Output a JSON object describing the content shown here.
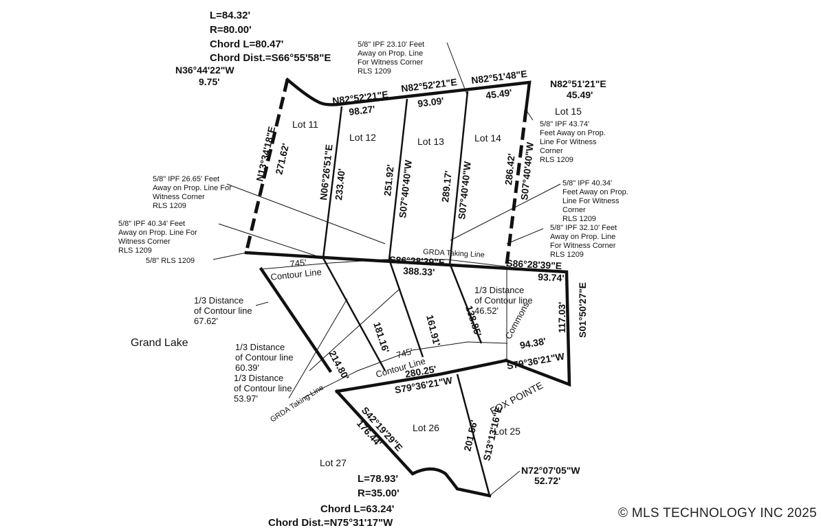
{
  "curve_top": {
    "L": "L=84.32'",
    "R": "R=80.00'",
    "chord_l": "Chord L=80.47'",
    "chord_dist": "Chord Dist.=S66°55'58\"E"
  },
  "curve_bottom": {
    "L": "L=78.93'",
    "R": "R=35.00'",
    "chord_l": "Chord L=63.24'",
    "chord_dist": "Chord Dist.=N75°31'17\"W"
  },
  "top_line": {
    "nw_bearing": "N36°44'22\"W",
    "nw_dist": "9.75'",
    "seg1_bearing": "N82°52'21\"E",
    "seg1_dist": "98.27'",
    "seg2_bearing": "N82°52'21\"E",
    "seg2_dist": "93.09'",
    "seg3_bearing": "N82°51'48\"E",
    "seg3_dist": "45.49'",
    "seg4_bearing": "N82°51'21\"E",
    "seg4_dist": "45.49'"
  },
  "lots": {
    "lot11": "Lot 11",
    "lot12": "Lot 12",
    "lot13": "Lot 13",
    "lot14": "Lot 14",
    "lot15": "Lot 15",
    "lot25": "Lot 25",
    "lot26": "Lot 26",
    "lot27": "Lot 27"
  },
  "lot_lines": {
    "l1_bearing": "N13°34'18\"E",
    "l1_dist": "271.62'",
    "l2_bearing": "N06°26'51\"E",
    "l2_dist": "233.40'",
    "l3_bearing": "S07°40'40\"W",
    "l3_dist": "251.92'",
    "l4_bearing": "S07°40'40\"W",
    "l4_dist": "289.17'",
    "l5_bearing": "S07°40'40\"W",
    "l5_dist": "286.42'"
  },
  "notes": {
    "n1": [
      "5/8\" IPF 23.10' Feet",
      "Away on Prop. Line",
      "For Witness Corner",
      "RLS 1209"
    ],
    "n2": [
      "5/8\" IPF 43.74'",
      "Feet Away on Prop.",
      "Line For Witness",
      "Corner",
      "RLS 1209"
    ],
    "n3": [
      "5/8\" IPF 26.65' Feet",
      "Away on Prop. Line For",
      "Witness Corner",
      "RLS 1209"
    ],
    "n4": [
      "5/8\" IPF 40.34' Feet",
      "Away on Prop. Line For",
      "Witness Corner",
      "RLS 1209"
    ],
    "n5": "5/8\" RLS 1209",
    "n6": [
      "5/8\" IPF 40.34'",
      "Feet Away on Prop.",
      "Line For Witness",
      "Corner",
      "RLS 1209"
    ],
    "n7": [
      "5/8\" IPF 32.10' Feet",
      "Away on Prop. Line",
      "For Witness Corner",
      "RLS 1209"
    ]
  },
  "south_line": {
    "bearing_w": "S86°28'39\"E",
    "dist_w": "388.33'",
    "bearing_e": "S86°28'39\"E",
    "dist_e": "93.74'",
    "grda": "GRDA Taking Line"
  },
  "contour": {
    "c745_top": "745'",
    "contour_top": "Contour Line",
    "c745_bot": "745'",
    "contour_bot": "Contour Line",
    "third1": [
      "1/3 Distance",
      "of Contour line",
      "67.62'"
    ],
    "third2": [
      "1/3 Distance",
      "of Contour line",
      "46.52'"
    ],
    "third3": [
      "1/3 Distance",
      "of Contour line",
      "60.39'"
    ],
    "third4": [
      "1/3 Distance",
      "of Contour line",
      "53.97'"
    ]
  },
  "commons": {
    "d1": "214.80'",
    "d2": "181.16'",
    "d3": "161.91'",
    "d4": "138.85'",
    "commons_label": "Commons",
    "east_bearing": "S01°50'27\"E",
    "east_dist": "117.03'",
    "se_dist": "94.38'",
    "se_bearing": "S79°36'21\"W",
    "s_dist": "280.25'",
    "s_bearing": "S79°36'21\"W",
    "grda_bot": "GRDA Taking Line"
  },
  "south_lots": {
    "sw_bearing": "S42°19'29\"E",
    "sw_dist": "176.44'",
    "mid_dist": "201.56'",
    "mid_bearing": "S13°13'16\"E",
    "fox": "FOX POINTE",
    "end_bearing": "N72°07'05\"W",
    "end_dist": "52.72'"
  },
  "grand_lake": "Grand Lake",
  "copyright": "© MLS TECHNOLOGY INC 2025"
}
